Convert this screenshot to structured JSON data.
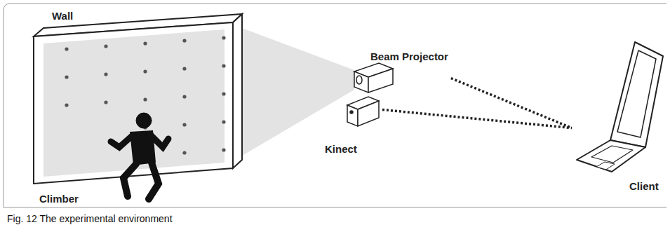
{
  "diagram": {
    "caption": "Fig. 12 The experimental environment",
    "nodes": [
      {
        "text": [
          "Wall"
        ]
      },
      {
        "text": [
          "Beam Projector"
        ]
      },
      {
        "text": [
          "Kinect"
        ]
      },
      {
        "text": [
          "Client"
        ]
      }
    ],
    "edges": [
      {
        "from": 1,
        "to": 3,
        "arrow": "none"
      },
      {
        "from": 2,
        "to": 3,
        "arrow": "none"
      }
    ],
    "labels": [
      "Climber"
    ]
  }
}
